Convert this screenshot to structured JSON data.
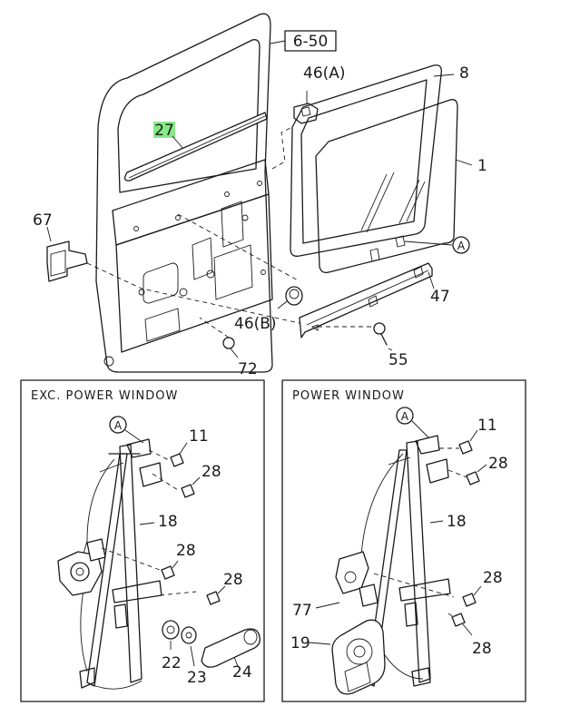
{
  "reference_box": "6-50",
  "labels": {
    "glass_guide_seal": "27",
    "stopper_a": "46(A)",
    "stopper_b": "46(B)",
    "glass_run": "8",
    "door_glass": "1",
    "bracket": "67",
    "channel": "47",
    "bolt_55": "55",
    "bolt_72": "72",
    "callout_a": "A"
  },
  "manual_panel": {
    "title": "EXC. POWER WINDOW",
    "callout": "A",
    "labels": [
      "11",
      "28",
      "18",
      "28",
      "28",
      "22",
      "23",
      "24"
    ]
  },
  "power_panel": {
    "title": "POWER WINDOW",
    "callout": "A",
    "labels": [
      "11",
      "28",
      "18",
      "28",
      "77",
      "19",
      "28"
    ]
  },
  "colors": {
    "highlight": "#86e986",
    "ink": "#1a1a1a"
  }
}
